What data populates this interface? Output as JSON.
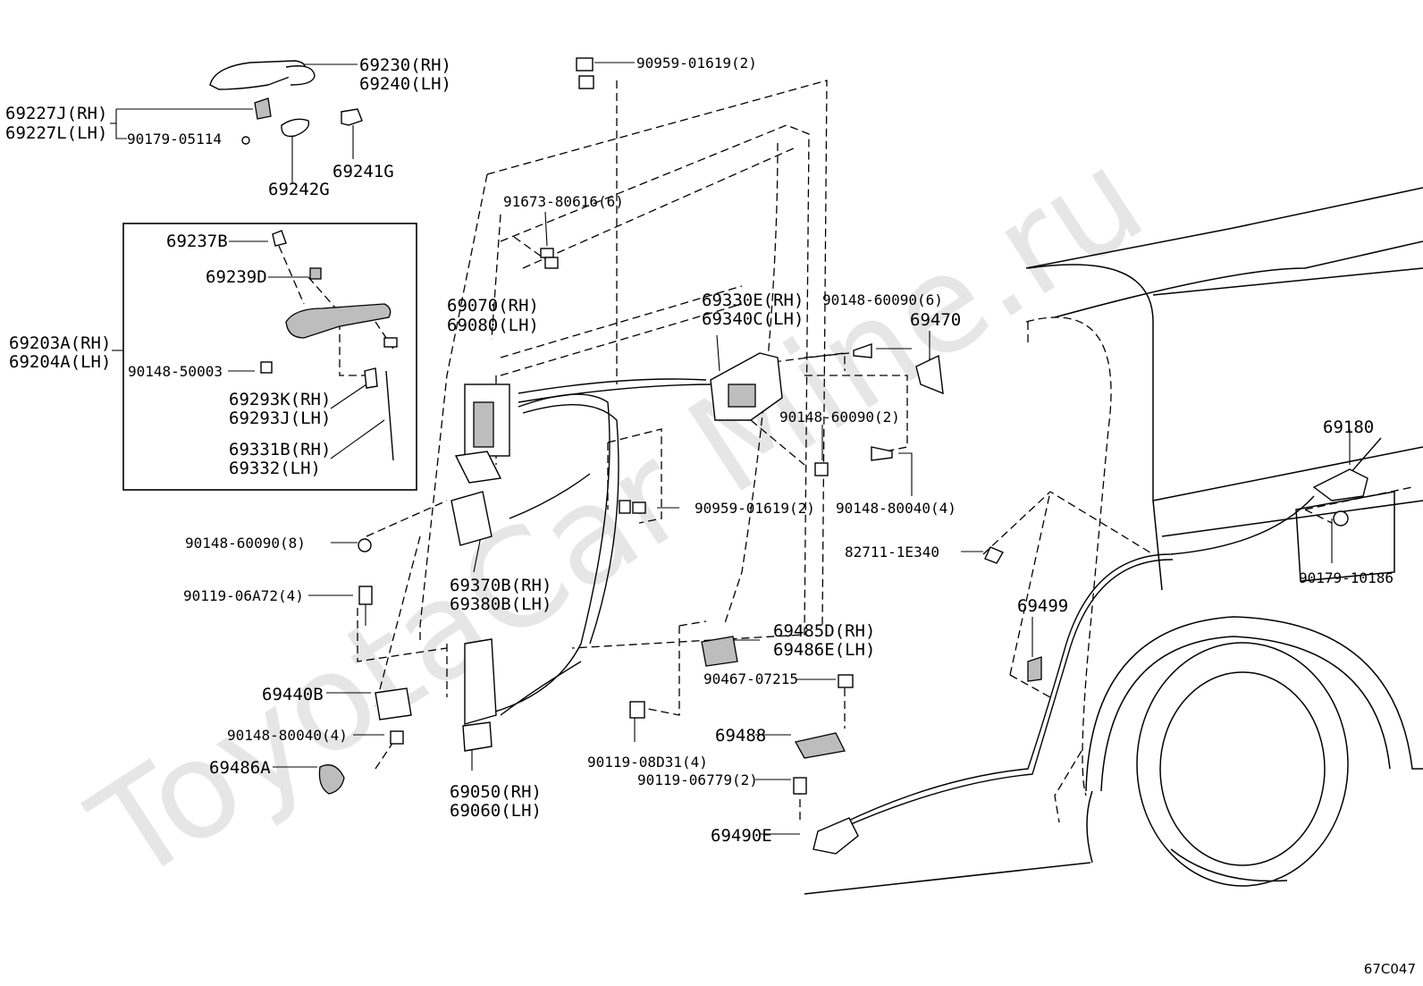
{
  "watermark": "ToyotaCar Mine.ru",
  "diagram_code": "67C047",
  "labels": {
    "l01": "69230(RH)",
    "l02": "69240(LH)",
    "l03": "69227J(RH)",
    "l04": "69227L(LH)",
    "l05": "90179-05114",
    "l06": "69241G",
    "l07": "69242G",
    "l08": "90959-01619(2)",
    "l09": "91673-80616(6)",
    "l10": "69237B",
    "l11": "69239D",
    "l12": "69203A(RH)",
    "l13": "69204A(LH)",
    "l14": "90148-50003",
    "l15": "69293K(RH)",
    "l16": "69293J(LH)",
    "l17": "69331B(RH)",
    "l18": "69332(LH)",
    "l19": "69070(RH)",
    "l20": "69080(LH)",
    "l21": "69330E(RH)",
    "l22": "69340C(LH)",
    "l23": "90148-60090(6)",
    "l24": "69470",
    "l25": "90148-60090(2)",
    "l26": "90148-80040(4)",
    "l27": "69180",
    "l28": "90959-01619(2)",
    "l29": "90148-60090(8)",
    "l30": "82711-1E340",
    "l31": "90179-10186",
    "l32": "69370B(RH)",
    "l33": "69380B(LH)",
    "l34": "90119-06A72(4)",
    "l35": "69499",
    "l36": "69485D(RH)",
    "l37": "69486E(LH)",
    "l38": "90467-07215",
    "l39": "69440B",
    "l40": "90148-80040(4)",
    "l41": "69488",
    "l42": "69486A",
    "l43": "90119-08D31(4)",
    "l44": "69050(RH)",
    "l45": "69060(LH)",
    "l46": "90119-06779(2)",
    "l47": "69490E"
  }
}
